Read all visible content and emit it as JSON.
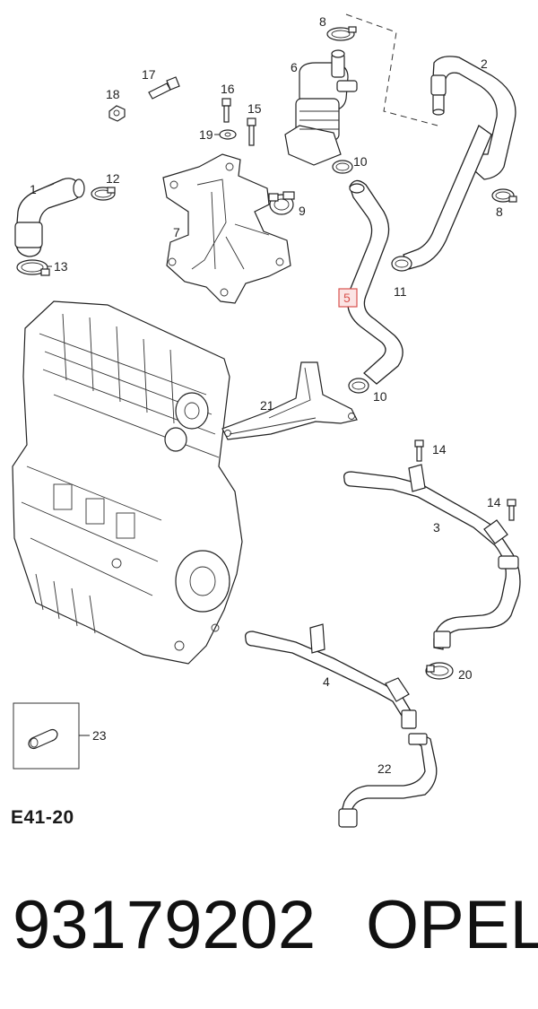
{
  "diagram": {
    "code": "E41-20",
    "highlighted_callout": "5",
    "highlight_color": "#d9534f",
    "callouts": {
      "c1": "1",
      "c2": "2",
      "c3": "3",
      "c4": "4",
      "c5": "5",
      "c6": "6",
      "c7": "7",
      "c8a": "8",
      "c8b": "8",
      "c9": "9",
      "c10a": "10",
      "c10b": "10",
      "c11": "11",
      "c12": "12",
      "c13": "13",
      "c14a": "14",
      "c14b": "14",
      "c15": "15",
      "c16": "16",
      "c17": "17",
      "c18": "18",
      "c19": "19",
      "c20": "20",
      "c21": "21",
      "c22": "22",
      "c23": "23"
    }
  },
  "footer": {
    "part_number": "93179202",
    "brand": "OPEL"
  }
}
